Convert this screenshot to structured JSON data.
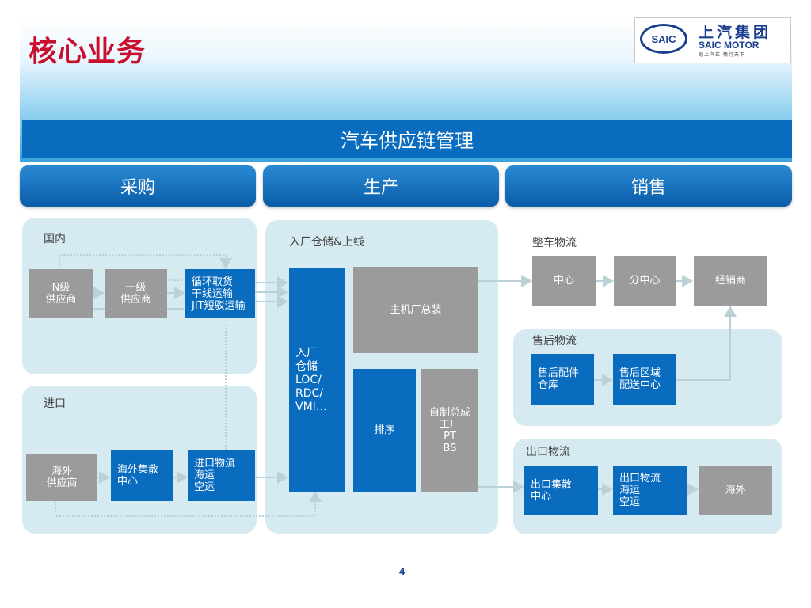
{
  "title": "核心业务",
  "logo": {
    "mark": "SAIC",
    "cn": "上汽集团",
    "en": "SAIC MOTOR",
    "slogan": "踏上汽车 畅行天下"
  },
  "banner": "汽车供应链管理",
  "tabs": {
    "purchase": "采购",
    "production": "生产",
    "sales": "销售"
  },
  "domestic": {
    "label": "国内",
    "n_supplier": [
      "N级",
      "供应商"
    ],
    "tier1_supplier": [
      "一级",
      "供应商"
    ],
    "transport": [
      "循环取货",
      "干线运输",
      "JIT短驳运输"
    ]
  },
  "import": {
    "label": "进口",
    "overseas_supplier": [
      "海外",
      "供应商"
    ],
    "overseas_hub": [
      "海外集散",
      "中心"
    ],
    "import_logistics": [
      "进口物流",
      "海运",
      "空运"
    ]
  },
  "production": {
    "label": "入厂仓储&上线",
    "inbound": [
      "入厂",
      "仓储",
      "LOC/",
      "RDC/",
      "VMI…"
    ],
    "assembly": "主机厂总装",
    "sequencing": "排序",
    "self_made": [
      "自制总成",
      "工厂",
      "PT",
      "BS"
    ]
  },
  "vehicle_logistics": {
    "label": "整车物流",
    "center": "中心",
    "sub_center": "分中心",
    "dealer": "经销商"
  },
  "aftersales": {
    "label": "售后物流",
    "parts_warehouse": [
      "售后配件",
      "仓库"
    ],
    "regional_center": [
      "售后区域",
      "配送中心"
    ]
  },
  "export": {
    "label": "出口物流",
    "export_hub": [
      "出口集散",
      "中心"
    ],
    "export_logistics": [
      "出口物流",
      "海运",
      "空运"
    ],
    "overseas": "海外"
  },
  "page_number": "4",
  "colors": {
    "title_red": "#c8102e",
    "primary_blue": "#0a6cbf",
    "box_gray": "#9b9b9b",
    "panel_bg": "#d6ebf1"
  }
}
